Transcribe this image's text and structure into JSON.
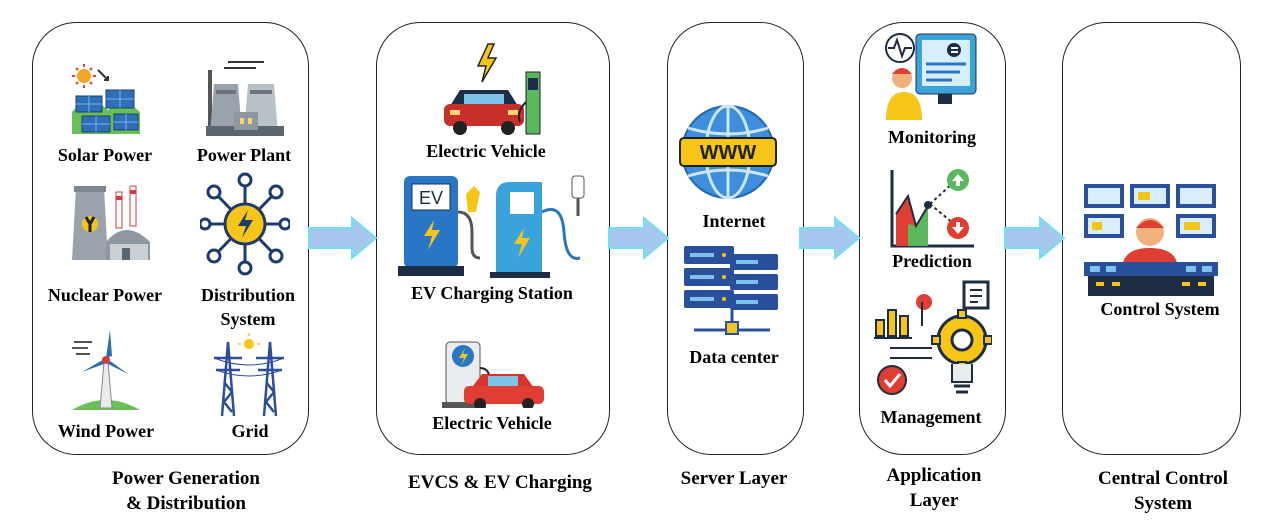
{
  "panels": {
    "power": {
      "items": {
        "solar": "Solar Power",
        "plant": "Power Plant",
        "nuclear": "Nuclear Power",
        "distribution_line1": "Distribution",
        "distribution_line2": "System",
        "wind": "Wind Power",
        "grid": "Grid"
      },
      "caption_line1": "Power Generation",
      "caption_line2": "& Distribution"
    },
    "evcs": {
      "items": {
        "ev1": "Electric Vehicle",
        "station": "EV Charging Station",
        "ev2": "Electric Vehicle"
      },
      "caption": "EVCS & EV Charging"
    },
    "server": {
      "items": {
        "internet": "Internet",
        "datacenter": "Data center"
      },
      "caption": "Server Layer"
    },
    "application": {
      "items": {
        "monitoring": "Monitoring",
        "prediction": "Prediction",
        "management": "Management"
      },
      "caption_line1": "Application",
      "caption_line2": "Layer"
    },
    "control": {
      "items": {
        "control": "Control System"
      },
      "caption_line1": "Central Control",
      "caption_line2": "System"
    }
  },
  "icon_glyphs": {
    "ev_text": "EV",
    "www_text": "WWW"
  },
  "colors": {
    "arrow_fill": "#a6c8ee",
    "arrow_stroke": "#73e0f0",
    "panel_border": "#222222"
  }
}
